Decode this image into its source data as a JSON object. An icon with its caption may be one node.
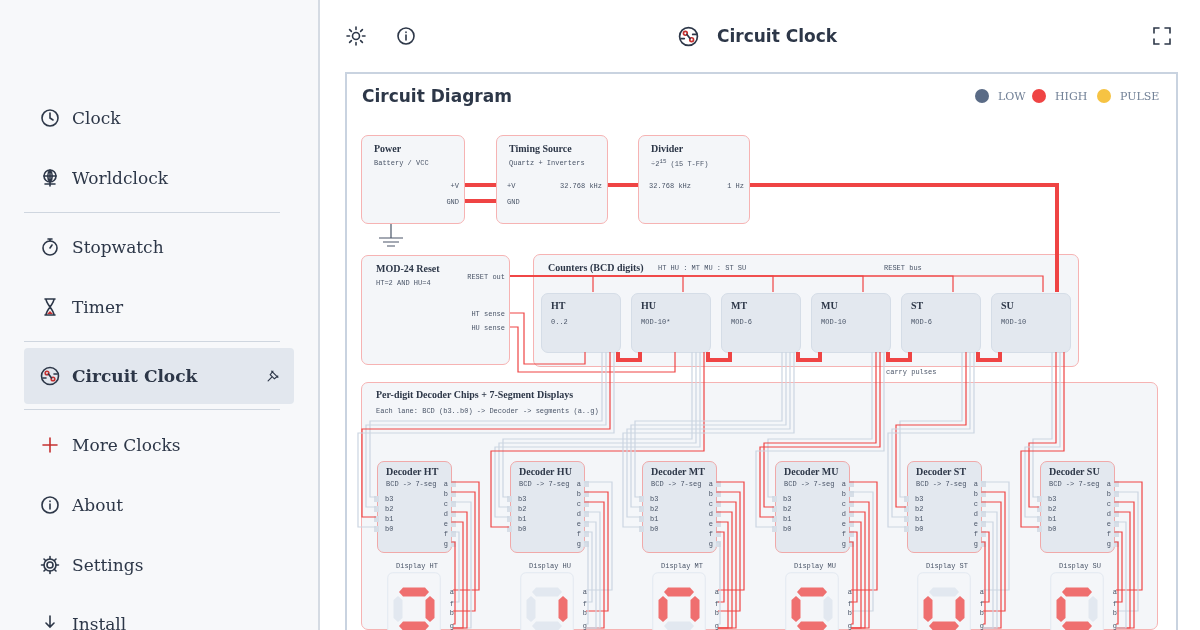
{
  "diagram": {
    "title": "Circuit Diagram",
    "nodes": [
      {
        "text": [
          "Power",
          "Battery / VCC",
          "+V",
          "GND"
        ]
      },
      {
        "text": [
          "Timing Source",
          "Quartz + Inverters",
          "+V",
          "GND",
          "32.768 kHz"
        ]
      },
      {
        "text": [
          "Divider",
          "÷2$^{15}$ (15 T-FF)",
          "32.768 kHz",
          "1 Hz"
        ]
      },
      {
        "text": [
          "MOD-24 Reset",
          "HT=2 AND HU=4",
          "RESET out",
          "HT sense",
          "HU sense"
        ]
      },
      {
        "text": [
          "Counters (BCD digits)",
          "HT HU : MT MU : ST SU",
          "RESET bus"
        ]
      },
      {
        "text": [
          "HT",
          "0..2"
        ],
        "in": 4
      },
      {
        "text": [
          "HU",
          "MOD-10*"
        ],
        "in": 4
      },
      {
        "text": [
          "MT",
          "MOD-6"
        ],
        "in": 4
      },
      {
        "text": [
          "MU",
          "MOD-10"
        ],
        "in": 4
      },
      {
        "text": [
          "ST",
          "MOD-6"
        ],
        "in": 4
      },
      {
        "text": [
          "SU",
          "MOD-10"
        ],
        "in": 4
      },
      {
        "text": [
          "Per-digit Decoder Chips + 7-Segment Displays",
          "Each lane: BCD (b3..b0) -> Decoder -> segments (a..g)"
        ]
      },
      {
        "text": [
          "Decoder HT",
          "BCD -> 7-seg",
          "b3",
          "b2",
          "b1",
          "b0",
          "a",
          "b",
          "c",
          "d",
          "e",
          "f",
          "g"
        ],
        "in": 11
      },
      {
        "text": [
          "Decoder HU",
          "BCD -> 7-seg",
          "b3",
          "b2",
          "b1",
          "b0",
          "a",
          "b",
          "c",
          "d",
          "e",
          "f",
          "g"
        ],
        "in": 11
      },
      {
        "text": [
          "Decoder MT",
          "BCD -> 7-seg",
          "b3",
          "b2",
          "b1",
          "b0",
          "a",
          "b",
          "c",
          "d",
          "e",
          "f",
          "g"
        ],
        "in": 11
      },
      {
        "text": [
          "Decoder MU",
          "BCD -> 7-seg",
          "b3",
          "b2",
          "b1",
          "b0",
          "a",
          "b",
          "c",
          "d",
          "e",
          "f",
          "g"
        ],
        "in": 11
      },
      {
        "text": [
          "Decoder ST",
          "BCD -> 7-seg",
          "b3",
          "b2",
          "b1",
          "b0",
          "a",
          "b",
          "c",
          "d",
          "e",
          "f",
          "g"
        ],
        "in": 11
      },
      {
        "text": [
          "Decoder SU",
          "BCD -> 7-seg",
          "b3",
          "b2",
          "b1",
          "b0",
          "a",
          "b",
          "c",
          "d",
          "e",
          "f",
          "g"
        ],
        "in": 11
      },
      {
        "text": [
          "Display HT",
          "a",
          "f",
          "b",
          "g"
        ],
        "in": 11
      },
      {
        "text": [
          "Display HU",
          "a",
          "f",
          "b",
          "g"
        ],
        "in": 11
      },
      {
        "text": [
          "Display MT",
          "a",
          "f",
          "b",
          "g"
        ],
        "in": 11
      },
      {
        "text": [
          "Display MU",
          "a",
          "f",
          "b",
          "g"
        ],
        "in": 11
      },
      {
        "text": [
          "Display ST",
          "a",
          "f",
          "b",
          "g"
        ],
        "in": 11
      },
      {
        "text": [
          "Display SU",
          "a",
          "f",
          "b",
          "g"
        ],
        "in": 11
      }
    ],
    "edges": [
      {
        "from": 0,
        "to": 1,
        "arrow": "none",
        "style": "thick"
      },
      {
        "from": 0,
        "to": 1,
        "arrow": "none",
        "style": "thick"
      },
      {
        "from": 1,
        "to": 2,
        "arrow": "none",
        "style": "thick"
      },
      {
        "from": 2,
        "to": 10,
        "arrow": "none",
        "style": "thick"
      },
      {
        "from": 3,
        "to": 5,
        "arrow": "none"
      },
      {
        "from": 3,
        "to": 6,
        "arrow": "none"
      },
      {
        "from": 3,
        "to": 7,
        "arrow": "none"
      },
      {
        "from": 3,
        "to": 8,
        "arrow": "none"
      },
      {
        "from": 3,
        "to": 9,
        "arrow": "none"
      },
      {
        "from": 3,
        "to": 10,
        "arrow": "none"
      },
      {
        "from": 5,
        "to": 3,
        "arrow": "none"
      },
      {
        "from": 6,
        "to": 3,
        "arrow": "none"
      },
      {
        "from": 10,
        "to": 9,
        "arrow": "none",
        "style": "thick"
      },
      {
        "from": 9,
        "to": 8,
        "arrow": "none",
        "style": "thick"
      },
      {
        "from": 8,
        "to": 7,
        "arrow": "none",
        "style": "thick"
      },
      {
        "from": 7,
        "to": 6,
        "arrow": "none",
        "style": "thick"
      },
      {
        "from": 6,
        "to": 5,
        "arrow": "none",
        "style": "thick"
      },
      {
        "from": 5,
        "to": 12,
        "arrow": "none",
        "color": "#cbd5e1"
      },
      {
        "from": 5,
        "to": 12,
        "arrow": "none",
        "color": "#cbd5e1"
      },
      {
        "from": 5,
        "to": 12,
        "arrow": "none"
      },
      {
        "from": 5,
        "to": 12,
        "arrow": "none",
        "color": "#cbd5e1"
      },
      {
        "from": 6,
        "to": 13,
        "arrow": "none",
        "color": "#cbd5e1"
      },
      {
        "from": 6,
        "to": 13,
        "arrow": "none",
        "color": "#cbd5e1"
      },
      {
        "from": 6,
        "to": 13,
        "arrow": "none",
        "color": "#cbd5e1"
      },
      {
        "from": 6,
        "to": 13,
        "arrow": "none"
      },
      {
        "from": 7,
        "to": 14,
        "arrow": "none",
        "color": "#cbd5e1"
      },
      {
        "from": 7,
        "to": 14,
        "arrow": "none",
        "color": "#cbd5e1"
      },
      {
        "from": 7,
        "to": 14,
        "arrow": "none",
        "color": "#cbd5e1"
      },
      {
        "from": 7,
        "to": 14,
        "arrow": "none",
        "color": "#cbd5e1"
      },
      {
        "from": 8,
        "to": 15,
        "arrow": "none",
        "color": "#cbd5e1"
      },
      {
        "from": 8,
        "to": 15,
        "arrow": "none"
      },
      {
        "from": 8,
        "to": 15,
        "arrow": "none"
      },
      {
        "from": 8,
        "to": 15,
        "arrow": "none",
        "color": "#cbd5e1"
      },
      {
        "from": 9,
        "to": 16,
        "arrow": "none",
        "color": "#cbd5e1"
      },
      {
        "from": 9,
        "to": 16,
        "arrow": "none"
      },
      {
        "from": 9,
        "to": 16,
        "arrow": "none",
        "color": "#cbd5e1"
      },
      {
        "from": 9,
        "to": 16,
        "arrow": "none",
        "color": "#cbd5e1"
      },
      {
        "from": 10,
        "to": 17,
        "arrow": "none",
        "color": "#cbd5e1"
      },
      {
        "from": 10,
        "to": 17,
        "arrow": "none"
      },
      {
        "from": 10,
        "to": 17,
        "arrow": "none",
        "color": "#cbd5e1"
      },
      {
        "from": 10,
        "to": 17,
        "arrow": "none"
      },
      {
        "from": 12,
        "to": 18,
        "arrow": "none"
      },
      {
        "from": 12,
        "to": 18,
        "arrow": "none"
      },
      {
        "from": 12,
        "to": 18,
        "arrow": "none",
        "color": "#cbd5e1"
      },
      {
        "from": 12,
        "to": 18,
        "arrow": "none"
      },
      {
        "from": 12,
        "to": 18,
        "arrow": "none"
      },
      {
        "from": 12,
        "to": 18,
        "arrow": "none",
        "color": "#cbd5e1"
      },
      {
        "from": 12,
        "to": 18,
        "arrow": "none"
      },
      {
        "from": 13,
        "to": 19,
        "arrow": "none",
        "color": "#cbd5e1"
      },
      {
        "from": 13,
        "to": 19,
        "arrow": "none"
      },
      {
        "from": 13,
        "to": 19,
        "arrow": "none"
      },
      {
        "from": 13,
        "to": 19,
        "arrow": "none",
        "color": "#cbd5e1"
      },
      {
        "from": 13,
        "to": 19,
        "arrow": "none",
        "color": "#cbd5e1"
      },
      {
        "from": 13,
        "to": 19,
        "arrow": "none",
        "color": "#cbd5e1"
      },
      {
        "from": 13,
        "to": 19,
        "arrow": "none",
        "color": "#cbd5e1"
      },
      {
        "from": 14,
        "to": 20,
        "arrow": "none"
      },
      {
        "from": 14,
        "to": 20,
        "arrow": "none"
      },
      {
        "from": 14,
        "to": 20,
        "arrow": "none"
      },
      {
        "from": 14,
        "to": 20,
        "arrow": "none"
      },
      {
        "from": 14,
        "to": 20,
        "arrow": "none"
      },
      {
        "from": 14,
        "to": 20,
        "arrow": "none"
      },
      {
        "from": 14,
        "to": 20,
        "arrow": "none",
        "color": "#cbd5e1"
      },
      {
        "from": 15,
        "to": 21,
        "arrow": "none"
      },
      {
        "from": 15,
        "to": 21,
        "arrow": "none",
        "color": "#cbd5e1"
      },
      {
        "from": 15,
        "to": 21,
        "arrow": "none"
      },
      {
        "from": 15,
        "to": 21,
        "arrow": "none"
      },
      {
        "from": 15,
        "to": 21,
        "arrow": "none"
      },
      {
        "from": 15,
        "to": 21,
        "arrow": "none"
      },
      {
        "from": 15,
        "to": 21,
        "arrow": "none"
      },
      {
        "from": 16,
        "to": 22,
        "arrow": "none",
        "color": "#cbd5e1"
      },
      {
        "from": 16,
        "to": 22,
        "arrow": "none"
      },
      {
        "from": 16,
        "to": 22,
        "arrow": "none"
      },
      {
        "from": 16,
        "to": 22,
        "arrow": "none",
        "color": "#cbd5e1"
      },
      {
        "from": 16,
        "to": 22,
        "arrow": "none",
        "color": "#cbd5e1"
      },
      {
        "from": 16,
        "to": 22,
        "arrow": "none"
      },
      {
        "from": 16,
        "to": 22,
        "arrow": "none"
      },
      {
        "from": 17,
        "to": 23,
        "arrow": "none"
      },
      {
        "from": 17,
        "to": 23,
        "arrow": "none",
        "color": "#cbd5e1"
      },
      {
        "from": 17,
        "to": 23,
        "arrow": "none"
      },
      {
        "from": 17,
        "to": 23,
        "arrow": "none"
      },
      {
        "from": 17,
        "to": 23,
        "arrow": "none",
        "color": "#cbd5e1"
      },
      {
        "from": 17,
        "to": 23,
        "arrow": "none"
      },
      {
        "from": 17,
        "to": 23,
        "arrow": "none"
      }
    ],
    "labels": [
      "Clock",
      "Worldclock",
      "Stopwatch",
      "Timer",
      "Circuit Clock",
      "More Clocks",
      "About",
      "Settings",
      "Install",
      "Circuit Clock",
      "carry pulses"
    ],
    "legend": [
      {
        "text": "LOW",
        "color": "#5a6b86"
      },
      {
        "text": "HIGH",
        "color": "#ef4444"
      },
      {
        "text": "PULSE",
        "color": "#f6c343"
      }
    ]
  }
}
